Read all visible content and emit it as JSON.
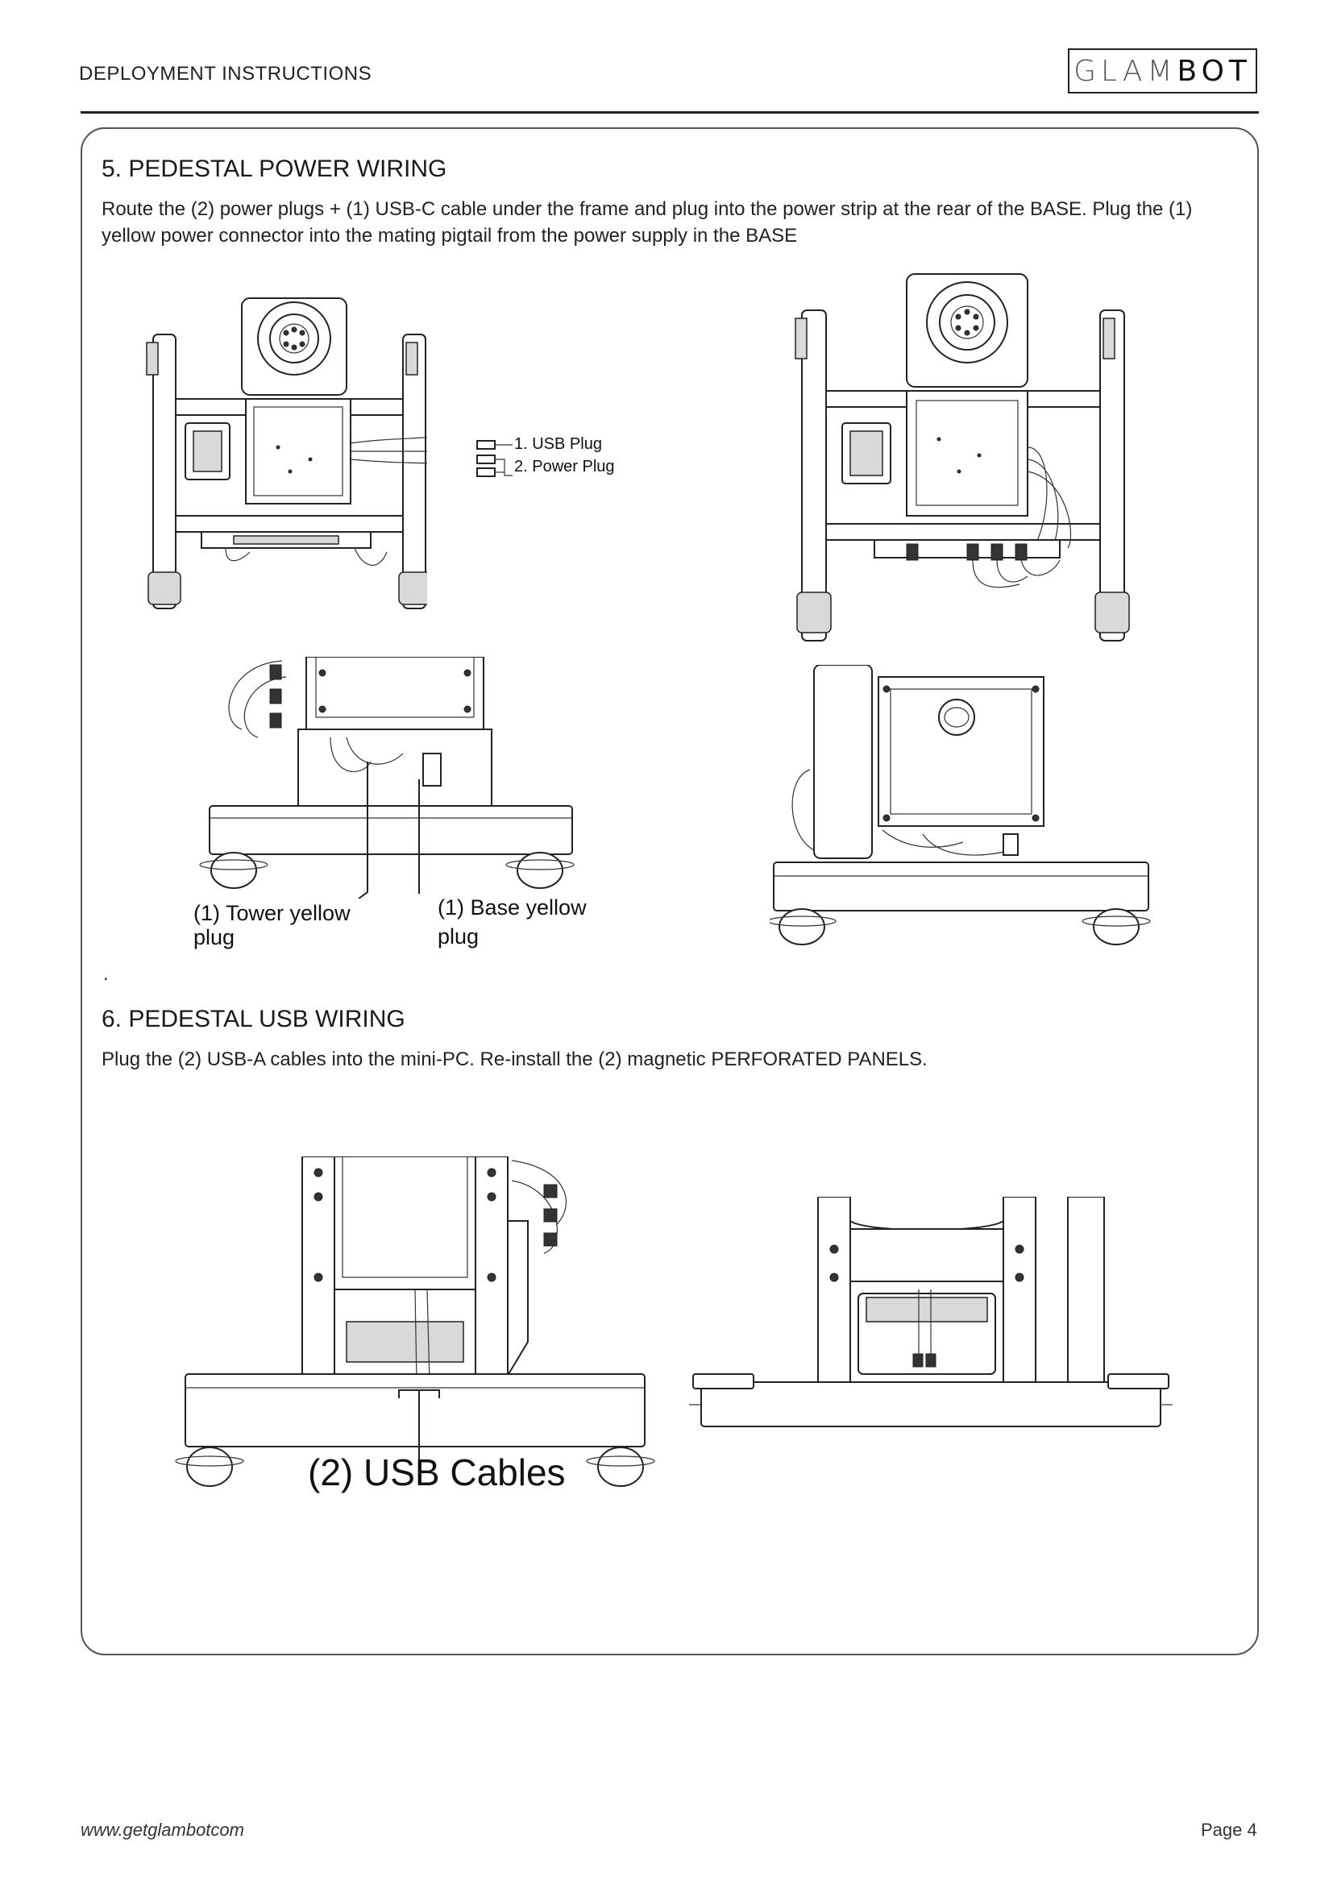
{
  "header": {
    "title": "DEPLOYMENT INSTRUCTIONS",
    "logo_part1": "GLAM",
    "logo_part2": "BOT"
  },
  "section5": {
    "title": "5. PEDESTAL POWER WIRING",
    "body": "Route the (2) power plugs + (1) USB-C cable under the frame and plug into the power strip at the rear of the BASE. Plug the (1) yellow power connector into the mating pigtail from the power supply in the BASE",
    "callout_usb": "1. USB Plug",
    "callout_power": "2. Power Plug",
    "callout_tower_yellow": "(1) Tower yellow plug",
    "callout_base_yellow": "(1) Base yellow plug"
  },
  "separator_dot": ".",
  "section6": {
    "title": "6. PEDESTAL USB WIRING",
    "body": "Plug the (2) USB-A cables into the mini-PC. Re-install the (2) magnetic PERFORATED PANELS.",
    "callout_usb_cables": "(2) USB Cables"
  },
  "footer": {
    "url": "www.getglambotcom",
    "page": "Page 4"
  }
}
